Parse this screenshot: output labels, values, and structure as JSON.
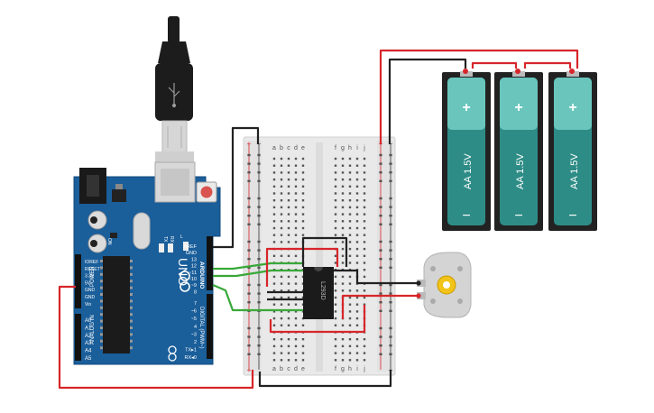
{
  "arduino": {
    "logo": "ARDUINO",
    "model": "UNO",
    "digital_label": "DIGITAL (PWM~)",
    "analog_label": "ANALOG IN",
    "power_label": "POWER",
    "on_label": "ON",
    "l_label": "L",
    "tx_label": "TX",
    "rx_label": "RX",
    "header_top": [
      "AREF",
      "GND",
      "13",
      "12",
      "~11",
      "~10",
      "~9",
      "8"
    ],
    "header_mid": [
      "7",
      "~6",
      "~5",
      "4",
      "~3",
      "2",
      "TX▸1",
      "RX◂0"
    ],
    "power_pins": [
      "IOREF",
      "RESET",
      "3.3V",
      "5V",
      "GND",
      "GND",
      "Vin"
    ],
    "analog_pins": [
      "A0",
      "A1",
      "A2",
      "A3",
      "A4",
      "A5"
    ]
  },
  "breadboard": {
    "columns_left": [
      "a",
      "b",
      "c",
      "d",
      "e"
    ],
    "columns_right": [
      "f",
      "g",
      "h",
      "i",
      "j"
    ],
    "plus": "+",
    "minus": "−"
  },
  "ic": {
    "label": "L293D"
  },
  "batteries": [
    {
      "label": "AA 1.5V",
      "plus": "+",
      "minus": "−"
    },
    {
      "label": "AA 1.5V",
      "plus": "+",
      "minus": "−"
    },
    {
      "label": "AA 1.5V",
      "plus": "+",
      "minus": "−"
    }
  ],
  "colors": {
    "board": "#1a5e9a",
    "wire_red": "#d7262b",
    "wire_black": "#222222",
    "wire_green": "#38a838",
    "battery_body": "#2e8c86",
    "battery_top": "#6ac6bd"
  }
}
